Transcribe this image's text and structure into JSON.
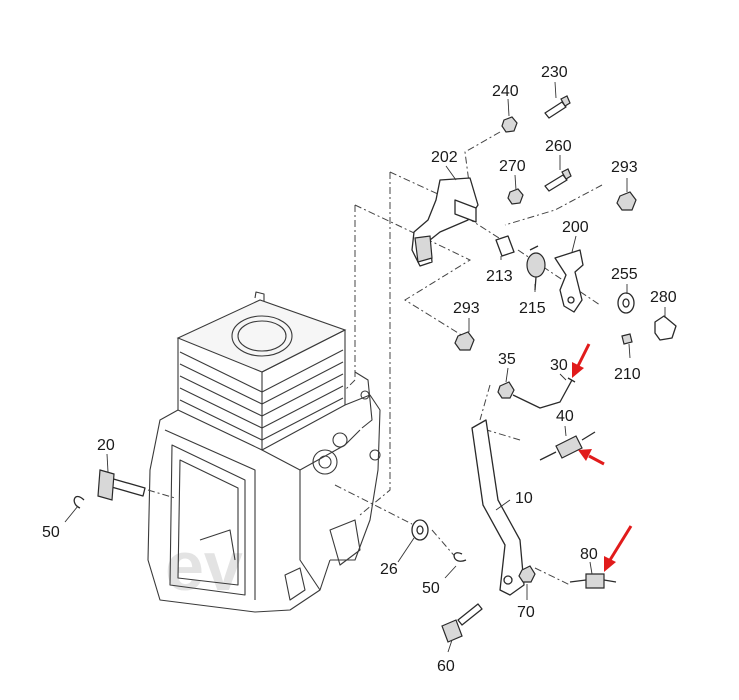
{
  "part_labels": {
    "p230": "230",
    "p240": "240",
    "p260": "260",
    "p202": "202",
    "p270": "270",
    "p293a": "293",
    "p200": "200",
    "p213": "213",
    "p215": "215",
    "p255": "255",
    "p280": "280",
    "p293b": "293",
    "p210": "210",
    "p35": "35",
    "p30": "30",
    "p40": "40",
    "p20": "20",
    "p10": "10",
    "p50a": "50",
    "p26": "26",
    "p50b": "50",
    "p80": "80",
    "p70": "70",
    "p60": "60"
  },
  "highlight_color": "#e11b1b"
}
